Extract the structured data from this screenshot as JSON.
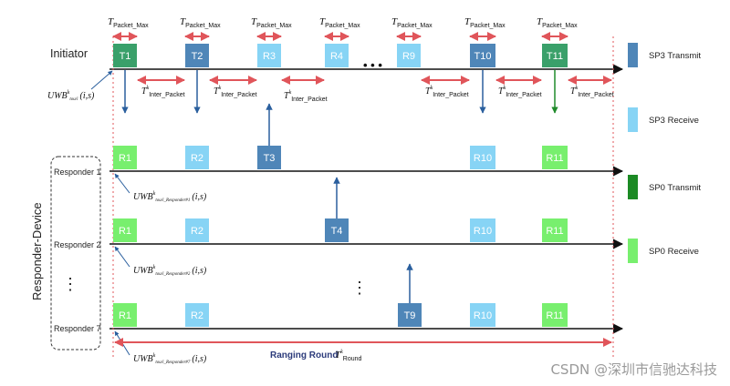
{
  "initiator_label": "Initiator",
  "responder_device_label": "Responder-Device",
  "rows": [
    {
      "label": "",
      "packets": [
        {
          "text": "T1",
          "kind": "sp0tx"
        },
        {
          "text": "T2",
          "kind": "sp3tx"
        },
        {
          "text": "R3",
          "kind": "sp3rx"
        },
        {
          "text": "R4",
          "kind": "sp3rx"
        },
        {
          "text": "R9",
          "kind": "sp3rx"
        },
        {
          "text": "T10",
          "kind": "sp3tx"
        },
        {
          "text": "T11",
          "kind": "sp0tx"
        }
      ]
    },
    {
      "label": "Responder 1",
      "packets": [
        {
          "text": "R1",
          "kind": "sp0rx"
        },
        {
          "text": "R2",
          "kind": "sp3rx"
        },
        {
          "text": "T3",
          "kind": "sp3tx"
        },
        {
          "text": "R10",
          "kind": "sp3rx"
        },
        {
          "text": "R11",
          "kind": "sp0rx"
        }
      ]
    },
    {
      "label": "Responder 2",
      "packets": [
        {
          "text": "R1",
          "kind": "sp0rx"
        },
        {
          "text": "R2",
          "kind": "sp3rx"
        },
        {
          "text": "T4",
          "kind": "sp3tx"
        },
        {
          "text": "R10",
          "kind": "sp3rx"
        },
        {
          "text": "R11",
          "kind": "sp0rx"
        }
      ]
    },
    {
      "label": "Responder 7",
      "packets": [
        {
          "text": "R1",
          "kind": "sp0rx"
        },
        {
          "text": "R2",
          "kind": "sp3rx"
        },
        {
          "text": "T9",
          "kind": "sp3tx"
        },
        {
          "text": "R10",
          "kind": "sp3rx"
        },
        {
          "text": "R11",
          "kind": "sp0rx"
        }
      ]
    }
  ],
  "ellipsis": "• • •",
  "vertical_dots": "⋮",
  "t_packet_max": {
    "base": "T",
    "sub": "Packet_Max"
  },
  "t_inter_packet": {
    "base": "T",
    "sup": "k",
    "sub": "Inter_Packet"
  },
  "uwb_initiator": {
    "base": "UWB",
    "sup": "k",
    "sub": "tou/i",
    "args": "(i,s)"
  },
  "uwb_responders": [
    {
      "base": "UWB",
      "sup": "k",
      "sub": "tou/i_Responder#1",
      "args": "(i,s)"
    },
    {
      "base": "UWB",
      "sup": "k",
      "sub": "tou/i_Responder#2",
      "args": "(i,s)"
    },
    {
      "base": "UWB",
      "sup": "k",
      "sub": "tou/i_Responder#7",
      "args": "(i,s)"
    }
  ],
  "ranging_round": {
    "label": "Ranging Round",
    "base": "T",
    "sup": "k",
    "sub": "Round"
  },
  "legend": [
    {
      "label": "SP3 Transmit",
      "color": "#4f86b8"
    },
    {
      "label": "SP3 Receive",
      "color": "#87d4f5"
    },
    {
      "label": "SP0 Transmit",
      "color": "#1c8a24"
    },
    {
      "label": "SP0 Receive",
      "color": "#78ef6e"
    }
  ],
  "colors": {
    "sp3tx": "#4f86b8",
    "sp3rx": "#87d4f5",
    "sp0tx": "#3aa06a",
    "sp0rx": "#78ef6e",
    "arrow_red": "#e0555a",
    "arrow_blue": "#2a5f9e",
    "arrow_green": "#1f8a2a",
    "axis": "#111111"
  },
  "watermark": "CSDN @深圳市信驰达科技"
}
